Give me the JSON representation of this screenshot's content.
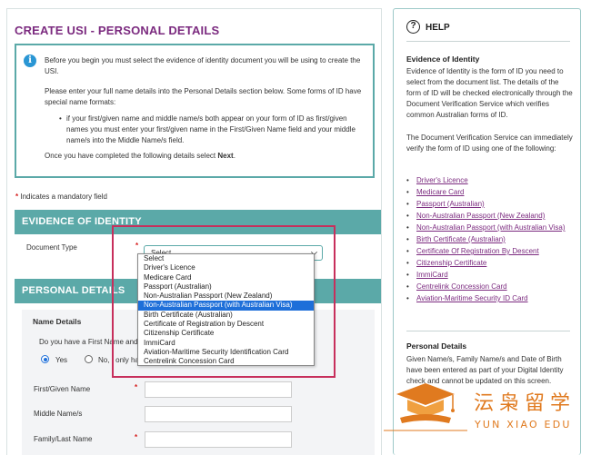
{
  "page": {
    "title": "CREATE USI - PERSONAL DETAILS"
  },
  "info": {
    "p1": "Before you begin you must select the evidence of identity document you will be using to create the USI.",
    "p2": "Please enter your full name details into the Personal Details section below. Some forms of ID have special name formats:",
    "bullet": "if your first/given name and middle name/s both appear on your form of ID as first/given names you must enter your first/given name in the First/Given Name field and your middle name/s into the Middle Name/s field.",
    "p3_prefix": "Once you have completed the following details select ",
    "p3_bold": "Next",
    "p3_suffix": "."
  },
  "mandatory_note": "Indicates a mandatory field",
  "evidence": {
    "heading": "EVIDENCE OF IDENTITY",
    "doc_type_label": "Document Type",
    "selected_value": "Select",
    "options": [
      "Select",
      "Driver's Licence",
      "Medicare Card",
      "Passport (Australian)",
      "Non-Australian Passport (New Zealand)",
      "Non-Australian Passport (with Australian Visa)",
      "Birth Certificate (Australian)",
      "Certificate of Registration by Descent",
      "Citizenship Certificate",
      "ImmiCard",
      "Aviation-Maritime Security Identification Card",
      "Centrelink Concession Card"
    ],
    "highlighted_index": 5
  },
  "personal": {
    "heading": "PERSONAL DETAILS",
    "name_details_title": "Name Details",
    "name_question": "Do you have a First Name and Family Name?",
    "radio_yes": "Yes",
    "radio_no": "No, I only have one name",
    "first_name_label": "First/Given Name",
    "middle_name_label": "Middle Name/s",
    "last_name_label": "Family/Last Name"
  },
  "help": {
    "title": "HELP",
    "evidence_heading": "Evidence of Identity",
    "p1": "Evidence of Identity is the form of ID you need to select from the document list. The details of the form of ID will be checked electronically through the Document Verification Service which verifies common Australian forms of ID.",
    "p2": "The Document Verification Service can immediately verify the form of ID using one of the following:",
    "links": [
      "Driver's Licence",
      "Medicare Card",
      "Passport (Australian)",
      "Non-Australian Passport (New Zealand)",
      "Non-Australian Passport (with Australian Visa)",
      "Birth Certificate (Australian)",
      "Certificate Of Registration By Descent",
      "Citizenship Certificate",
      "ImmiCard",
      "Centrelink Concession Card",
      "Aviation-Maritime Security ID Card"
    ],
    "personal_heading": "Personal Details",
    "p3": "Given Name/s, Family Name/s and Date of Birth have been entered as part of your Digital Identity check and cannot be updated on this screen."
  },
  "watermark": {
    "chinese": "沄枭留学",
    "english": "YUN XIAO EDU"
  },
  "icons": {
    "info": "info-icon",
    "help": "help-question-icon",
    "chevron": "chevron-down-icon",
    "logo": "graduation-cap-logo"
  },
  "colors": {
    "title_purple": "#7b2a7f",
    "teal": "#5ba9a8",
    "info_blue": "#2a96d4",
    "selected_blue": "#1e6fd9",
    "mandatory_red": "#d62020",
    "highlight_frame": "#c72f5c",
    "watermark_orange": "#e07a1f"
  }
}
